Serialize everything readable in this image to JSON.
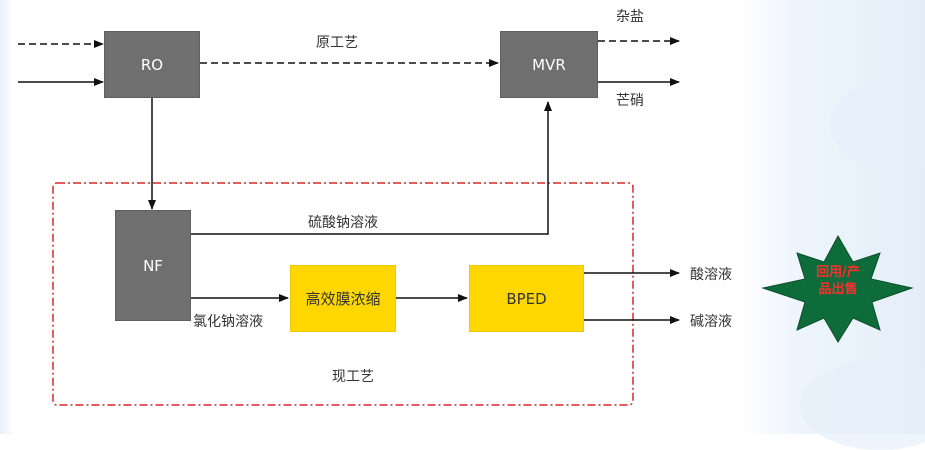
{
  "nodes": {
    "ro": "RO",
    "mvr": "MVR",
    "nf": "NF",
    "concentrator": "高效膜浓缩",
    "bped": "BPED"
  },
  "labels": {
    "original_process": "原工艺",
    "current_process": "现工艺",
    "mixed_salt": "杂盐",
    "mirabilite": "芒硝",
    "sodium_sulfate_solution": "硫酸钠溶液",
    "sodium_chloride_solution": "氯化钠溶液",
    "acid_solution": "酸溶液",
    "alkali_solution": "碱溶液"
  },
  "badge": {
    "line1": "回用/产",
    "line2": "品出售"
  },
  "colors": {
    "gray_box": "#6f6f6f",
    "yellow_box": "#ffd700",
    "dashdot_border": "#d9262b",
    "star_fill": "#0e6b3a",
    "badge_text": "#ff2d2d"
  }
}
